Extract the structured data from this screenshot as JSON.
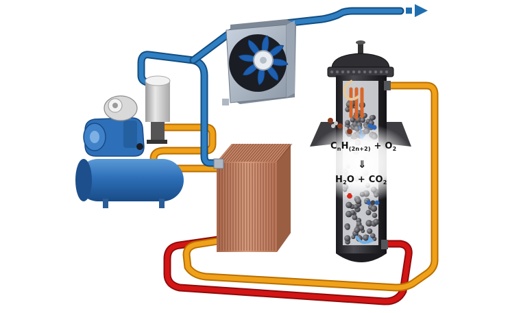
{
  "reaction": {
    "reactants": {
      "carbon": "C",
      "carbon_sub": "n",
      "hydrogen": "H",
      "hydrogen_sub": "(2n+2)",
      "plus": "+",
      "oxygen": "O",
      "oxygen_sub": "2"
    },
    "arrow": "⇓",
    "products": {
      "water_h": "H",
      "water_h_sub": "2",
      "water_o": "O",
      "plus": "+",
      "co2_c": "CO",
      "co2_sub": "2"
    }
  },
  "colors": {
    "pipe_cool": "#1f6fb0",
    "pipe_warm": "#f0a11a",
    "pipe_hot": "#d41515",
    "compressor_blue": "#2d6fb8",
    "heat_exchanger_copper": "#c98a6a",
    "reactor_dark": "#2a2a2e",
    "fan_blue": "#1d5fb0"
  },
  "icons": {
    "flow_arrow": "arrow-right-icon",
    "fan": "fan-icon",
    "molecule": "molecule-icon"
  }
}
